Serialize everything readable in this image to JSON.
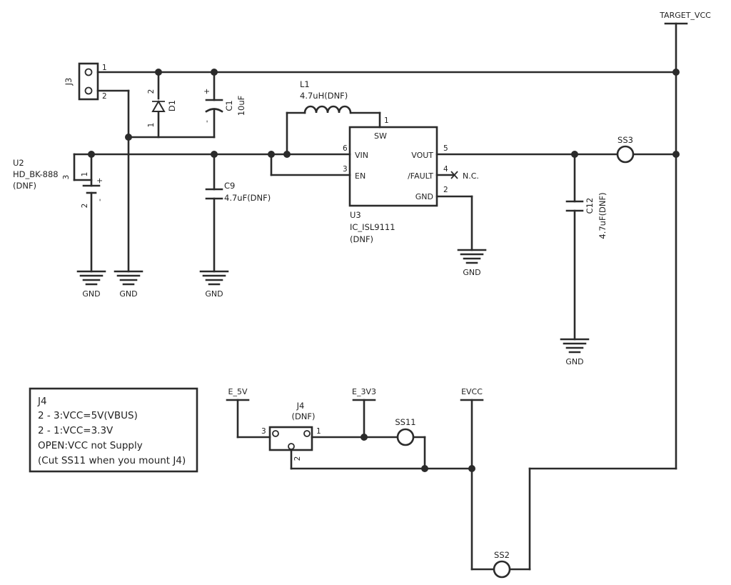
{
  "nets": {
    "target_vcc": "TARGET_VCC",
    "e_5v": "E_5V",
    "e_3v3": "E_3V3",
    "evcc": "EVCC",
    "gnd": "GND",
    "nc": "N.C."
  },
  "j3": {
    "ref": "J3",
    "pin1": "1",
    "pin2": "2"
  },
  "d1": {
    "ref": "D1",
    "pin1": "1",
    "pin2": "2"
  },
  "c1": {
    "ref": "C1",
    "value": "10uF",
    "plus": "+",
    "minus": "-"
  },
  "u2": {
    "ref": "U2",
    "part": "HD_BK-888",
    "dnf": "(DNF)",
    "pin1": "1",
    "pin2": "2",
    "pin3": "3",
    "plus": "+",
    "minus": "-"
  },
  "c9": {
    "ref": "C9",
    "value": "4.7uF(DNF)"
  },
  "l1": {
    "ref": "L1",
    "value": "4.7uH(DNF)"
  },
  "u3": {
    "ref": "U3",
    "part": "IC_ISL9111",
    "dnf": "(DNF)",
    "pins": {
      "sw": "SW",
      "vin": "VIN",
      "en": "EN",
      "vout": "VOUT",
      "fault": "/FAULT",
      "gnd": "GND"
    },
    "pin_numbers": {
      "sw": "1",
      "vin": "6",
      "en": "3",
      "vout": "5",
      "fault": "4",
      "gnd": "2"
    }
  },
  "c12": {
    "ref": "C12",
    "value": "4.7uF(DNF)"
  },
  "ss3": {
    "ref": "SS3"
  },
  "ss11": {
    "ref": "SS11"
  },
  "ss2": {
    "ref": "SS2"
  },
  "j4": {
    "ref": "J4",
    "dnf": "(DNF)",
    "pin1": "1",
    "pin2": "2",
    "pin3": "3"
  },
  "note": {
    "title": "J4",
    "lines": [
      "2 - 3:VCC=5V(VBUS)",
      "2 - 1:VCC=3.3V",
      "OPEN:VCC not Supply",
      "(Cut SS11 when you mount J4)"
    ]
  }
}
